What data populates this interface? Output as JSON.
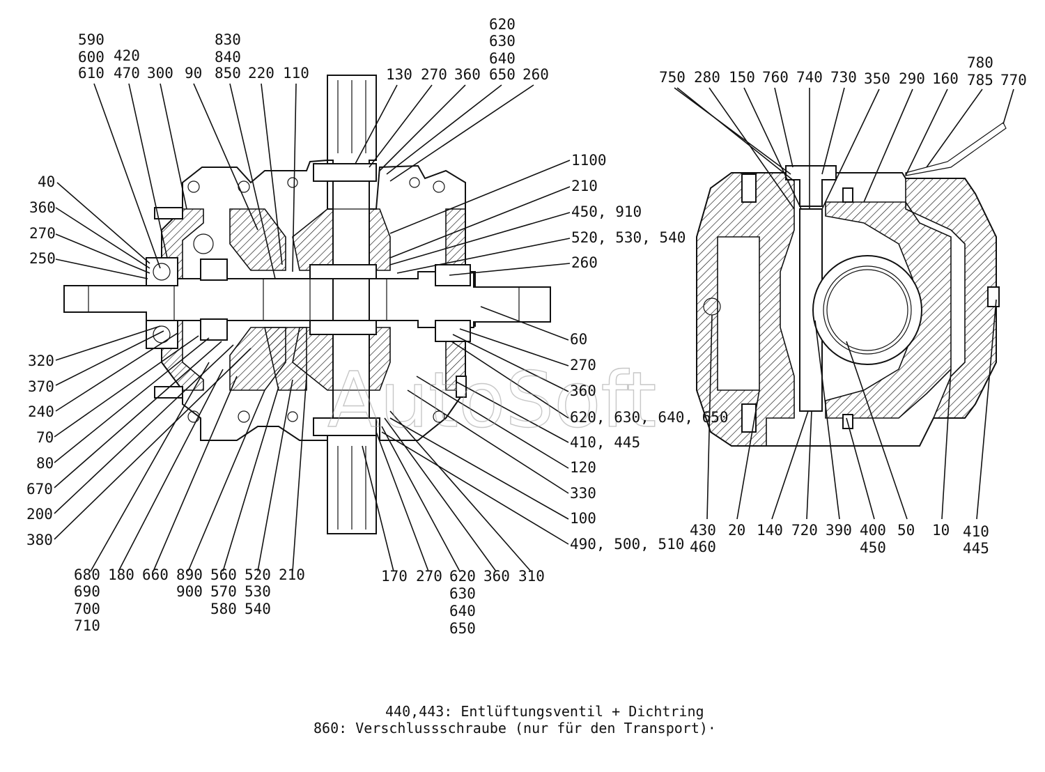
{
  "left_view": {
    "labels_top": [
      [
        "590",
        "600",
        "610"
      ],
      [
        "420",
        "470"
      ],
      [
        "300"
      ],
      [
        "90"
      ],
      [
        "830",
        "840",
        "850"
      ],
      [
        "220"
      ],
      [
        "110"
      ],
      [
        "130"
      ],
      [
        "270"
      ],
      [
        "360"
      ],
      [
        "620",
        "630",
        "640",
        "650"
      ],
      [
        "260"
      ]
    ],
    "labels_left": [
      "40",
      "360",
      "270",
      "250",
      "320",
      "370",
      "240",
      "70",
      "80",
      "670",
      "200",
      "380"
    ],
    "labels_right": [
      "1100",
      "210",
      "450, 910",
      "520, 530, 540",
      "260",
      "60",
      "270",
      "360",
      "620, 630, 640, 650",
      "410, 445",
      "120",
      "330",
      "100",
      "490, 500, 510"
    ],
    "labels_bottom": [
      [
        "680",
        "690",
        "700",
        "710"
      ],
      [
        "180"
      ],
      [
        "660"
      ],
      [
        "890",
        "900"
      ],
      [
        "560",
        "570",
        "580"
      ],
      [
        "520",
        "530",
        "540"
      ],
      [
        "210"
      ],
      [
        "170"
      ],
      [
        "270"
      ],
      [
        "620",
        "630",
        "640",
        "650"
      ],
      [
        "360"
      ],
      [
        "310"
      ]
    ]
  },
  "right_view": {
    "labels_top": [
      [
        "750"
      ],
      [
        "280"
      ],
      [
        "150"
      ],
      [
        "760"
      ],
      [
        "740"
      ],
      [
        "730"
      ],
      [
        "350"
      ],
      [
        "290"
      ],
      [
        "160"
      ],
      [
        "780",
        "785"
      ],
      [
        "770"
      ]
    ],
    "labels_bottom": [
      [
        "430",
        "460"
      ],
      [
        "20"
      ],
      [
        "140"
      ],
      [
        "720"
      ],
      [
        "390"
      ],
      [
        "400",
        "450"
      ],
      [
        "50"
      ],
      [
        "10"
      ],
      [
        "410",
        "445"
      ]
    ]
  },
  "notes": [
    "440,443: Entlüftungsventil + Dichtring",
    "860: Verschlussschraube (nur für den Transport)·"
  ],
  "watermark": "AutoSoft"
}
